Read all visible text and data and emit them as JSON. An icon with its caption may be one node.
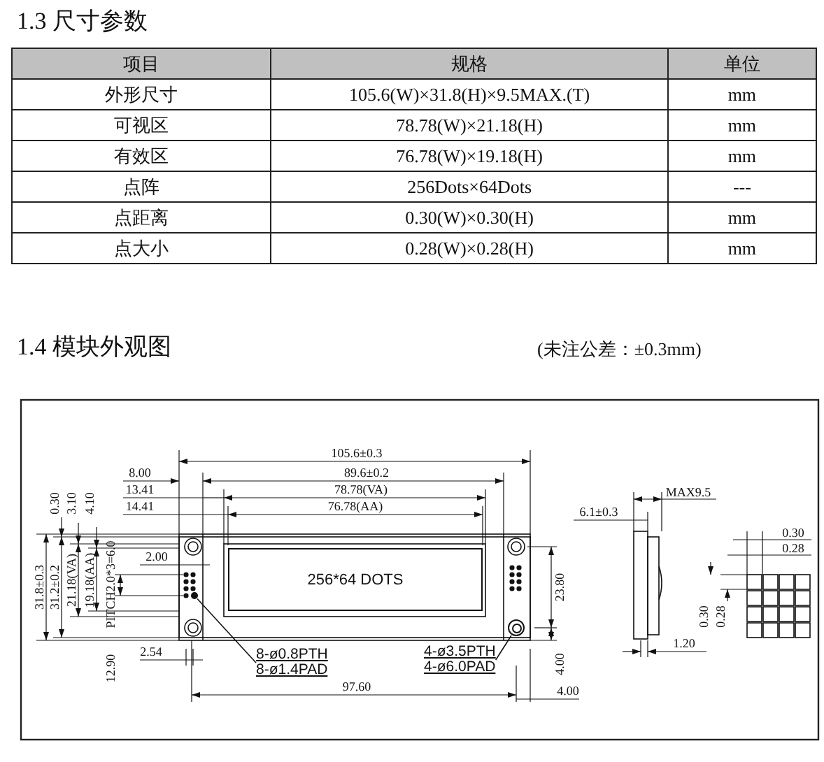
{
  "diagram": {
    "nodes": [
      {
        "text": [
          "256*64 DOTS"
        ]
      },
      {
        "text": [
          "8-ø0.8PTH",
          "8-ø1.4PAD"
        ]
      },
      {
        "text": [],
        "shape": "circle"
      },
      {
        "text": [
          "4-ø3.5PTH",
          "4-ø6.0PAD"
        ]
      },
      {
        "text": [],
        "shape": "circle"
      }
    ],
    "edges": [
      {
        "from": 1,
        "to": 2,
        "arrow": "none"
      },
      {
        "from": 3,
        "to": 4,
        "arrow": "none"
      }
    ],
    "labels": [
      "1.3 尺寸参数",
      "项目",
      "规格",
      "单位",
      "外形尺寸",
      "105.6(W)×31.8(H)×9.5MAX.(T)",
      "mm",
      "可视区",
      "78.78(W)×21.18(H)",
      "mm",
      "有效区",
      "76.78(W)×19.18(H)",
      "mm",
      "点阵",
      "256Dots×64Dots",
      "---",
      "点距离",
      "0.30(W)×0.30(H)",
      "mm",
      "点大小",
      "0.28(W)×0.28(H)",
      "mm",
      "1.4 模块外观图",
      "(未注公差：±0.3mm)",
      "105.6±0.3",
      "8.00",
      "89.6±0.2",
      "13.41",
      "78.78(VA)",
      "14.41",
      "76.78(AA)",
      "0.30",
      "3.10",
      "4.10",
      "31.8±0.3",
      "31.2±0.2",
      "21.18(VA)",
      "19.18(AA)",
      "PITCH2.0*3=6.0",
      "2.00",
      "2.54",
      "12.90",
      "97.60",
      "23.80",
      "4.00",
      "4.00",
      "MAX9.5",
      "6.1±0.3",
      "1.20",
      "0.30",
      "0.28",
      "0.30",
      "0.28"
    ]
  }
}
